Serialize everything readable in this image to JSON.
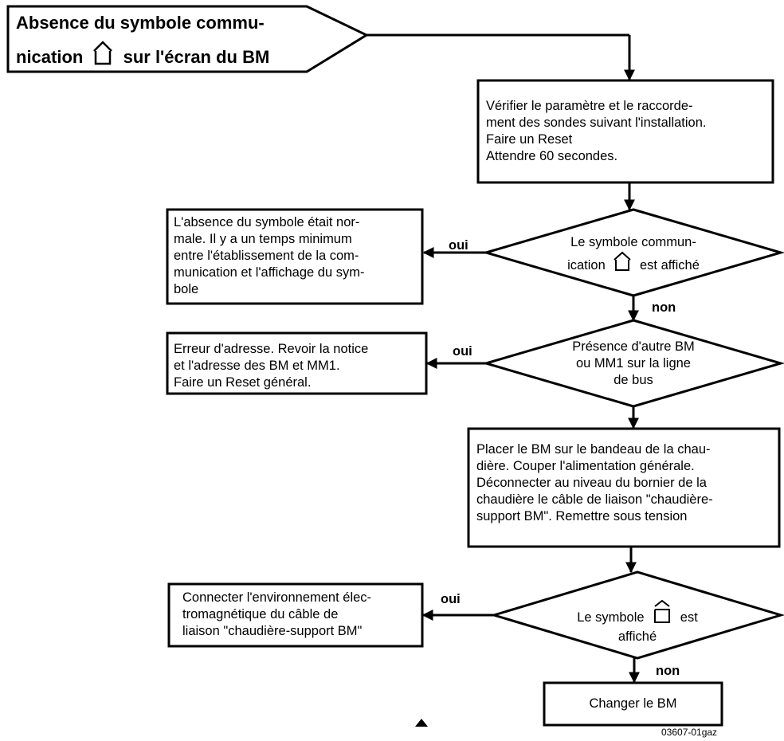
{
  "title": {
    "line1": "Absence du symbole commu-",
    "line2a": "nication",
    "line2b": "sur l'écran du BM"
  },
  "box1": {
    "lines": [
      "Vérifier le paramètre et le raccorde-",
      "ment des sondes suivant l'installation.",
      "Faire un Reset",
      "Attendre 60 secondes."
    ]
  },
  "decision1": {
    "line1": "Le symbole commun-",
    "line2a": "ication",
    "line2b": "est affiché"
  },
  "left1": {
    "lines": [
      "L'absence du symbole était nor-",
      "male. Il y a un temps minimum",
      "entre l'établissement de la com-",
      "munication et l'affichage du sym-",
      "bole"
    ]
  },
  "decision2": {
    "lines": [
      "Présence d'autre BM",
      "ou MM1 sur la ligne",
      "de bus"
    ]
  },
  "left2": {
    "lines": [
      "Erreur d'adresse. Revoir la notice",
      "et l'adresse des BM et MM1.",
      "Faire un Reset général."
    ]
  },
  "box2": {
    "lines": [
      "Placer le BM sur le bandeau de la chau-",
      "dière. Couper l'alimentation générale.",
      "Déconnecter au niveau du bornier de la",
      "chaudière le câble de liaison \"chaudière-",
      "support BM\". Remettre sous tension"
    ]
  },
  "decision3": {
    "line1a": "Le symbole",
    "line1b": "est",
    "line2": "affiché"
  },
  "left3": {
    "lines": [
      "Connecter l'environnement élec-",
      "tromagnétique du câble de",
      "liaison \"chaudière-support BM\""
    ]
  },
  "final": {
    "label": "Changer le BM"
  },
  "labels": {
    "oui": "oui",
    "non": "non"
  },
  "reference": "03607-01gaz",
  "icons": [
    "communication-house-icon"
  ]
}
